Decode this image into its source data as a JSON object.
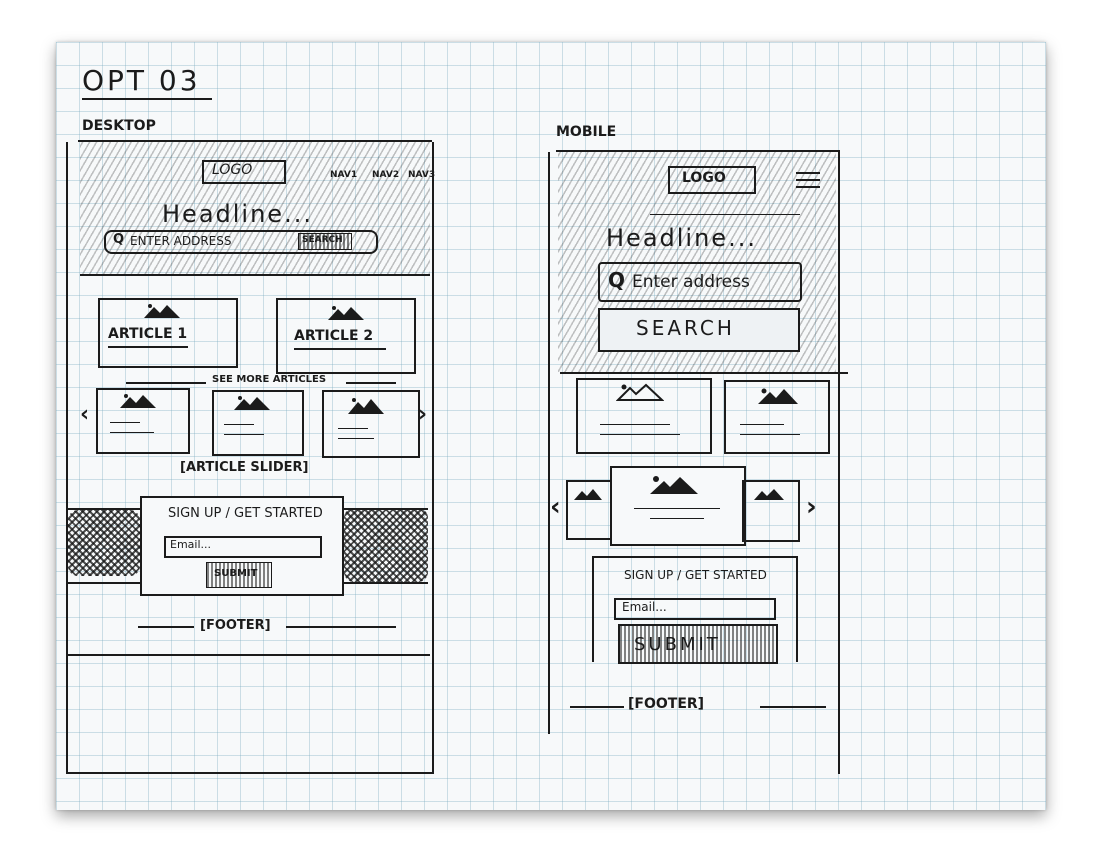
{
  "title": "OPT 03",
  "desktop": {
    "label": "DESKTOP",
    "logo": "LOGO",
    "nav": [
      "NAV1",
      "NAV2",
      "NAV3"
    ],
    "headline": "Headline...",
    "search_placeholder": "ENTER ADDRESS",
    "search_button": "SEARCH",
    "articles": [
      "ARTICLE 1",
      "ARTICLE 2"
    ],
    "see_more": "SEE MORE ARTICLES",
    "slider_label": "[ARTICLE SLIDER]",
    "signup_title": "SIGN UP / GET STARTED",
    "email_placeholder": "Email...",
    "submit": "SUBMIT",
    "footer": "[FOOTER]"
  },
  "mobile": {
    "label": "MOBILE",
    "logo": "LOGO",
    "headline": "Headline...",
    "search_placeholder": "Enter address",
    "search_button": "SEARCH",
    "signup_title": "SIGN UP / GET STARTED",
    "email_placeholder": "Email...",
    "submit": "SUBMIT",
    "footer": "[FOOTER]"
  },
  "icons": {
    "image_placeholder": "mountain-image-icon",
    "search": "magnifier-icon",
    "menu": "hamburger-icon",
    "prev": "chevron-left-icon",
    "next": "chevron-right-icon"
  },
  "colors": {
    "ink": "#1b1b1b",
    "grid": "#78aabe",
    "paper": "#f7f9fa"
  }
}
